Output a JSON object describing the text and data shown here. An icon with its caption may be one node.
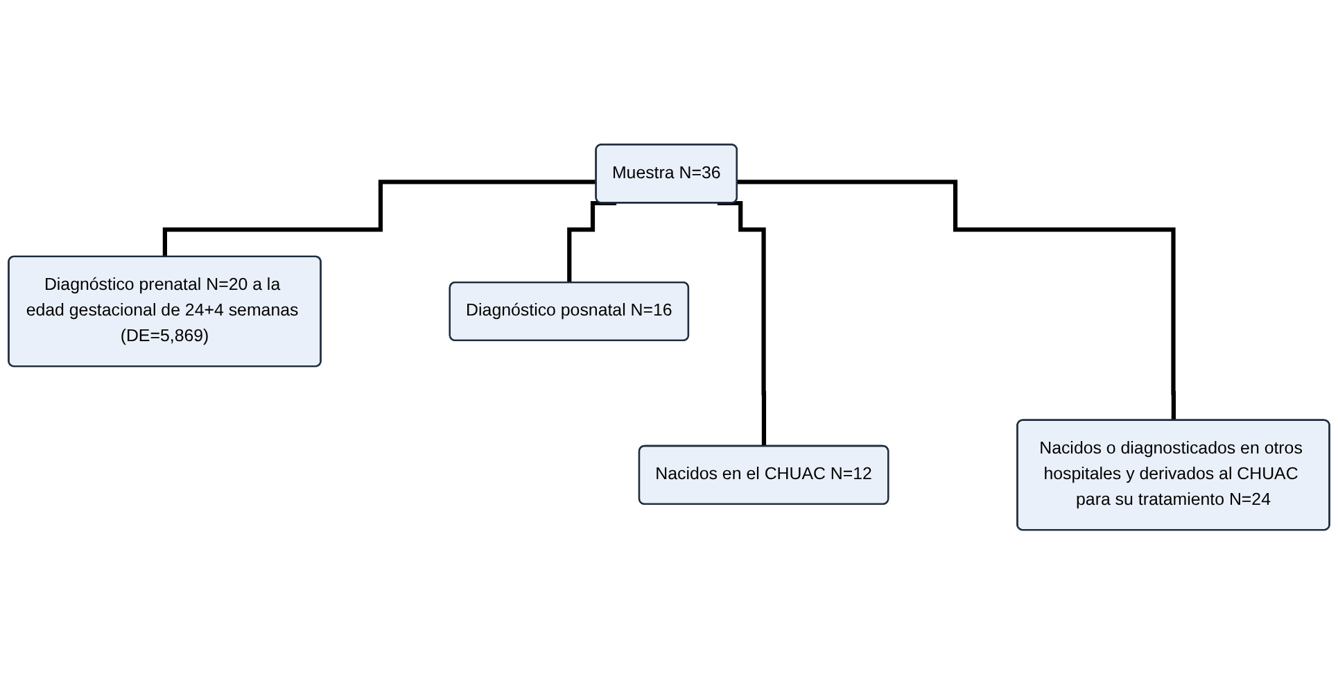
{
  "diagram": {
    "nodes": [
      {
        "text": [
          "Muestra N=36"
        ]
      },
      {
        "text": [
          "Diagnóstico prenatal N=20 a la edad gestacional de 24+4 semanas (DE=5,869)"
        ]
      },
      {
        "text": [
          "Diagnóstico posnatal N=16"
        ]
      },
      {
        "text": [
          "Nacidos en el CHUAC N=12"
        ]
      },
      {
        "text": [
          "Nacidos o diagnosticados en otros hospitales y derivados al CHUAC para su tratamiento N=24"
        ]
      }
    ],
    "edges": [
      {
        "from": 0,
        "to": 1,
        "arrow": "none"
      },
      {
        "from": 0,
        "to": 2,
        "arrow": "none"
      },
      {
        "from": 0,
        "to": 3,
        "arrow": "none"
      },
      {
        "from": 0,
        "to": 4,
        "arrow": "none"
      }
    ]
  }
}
